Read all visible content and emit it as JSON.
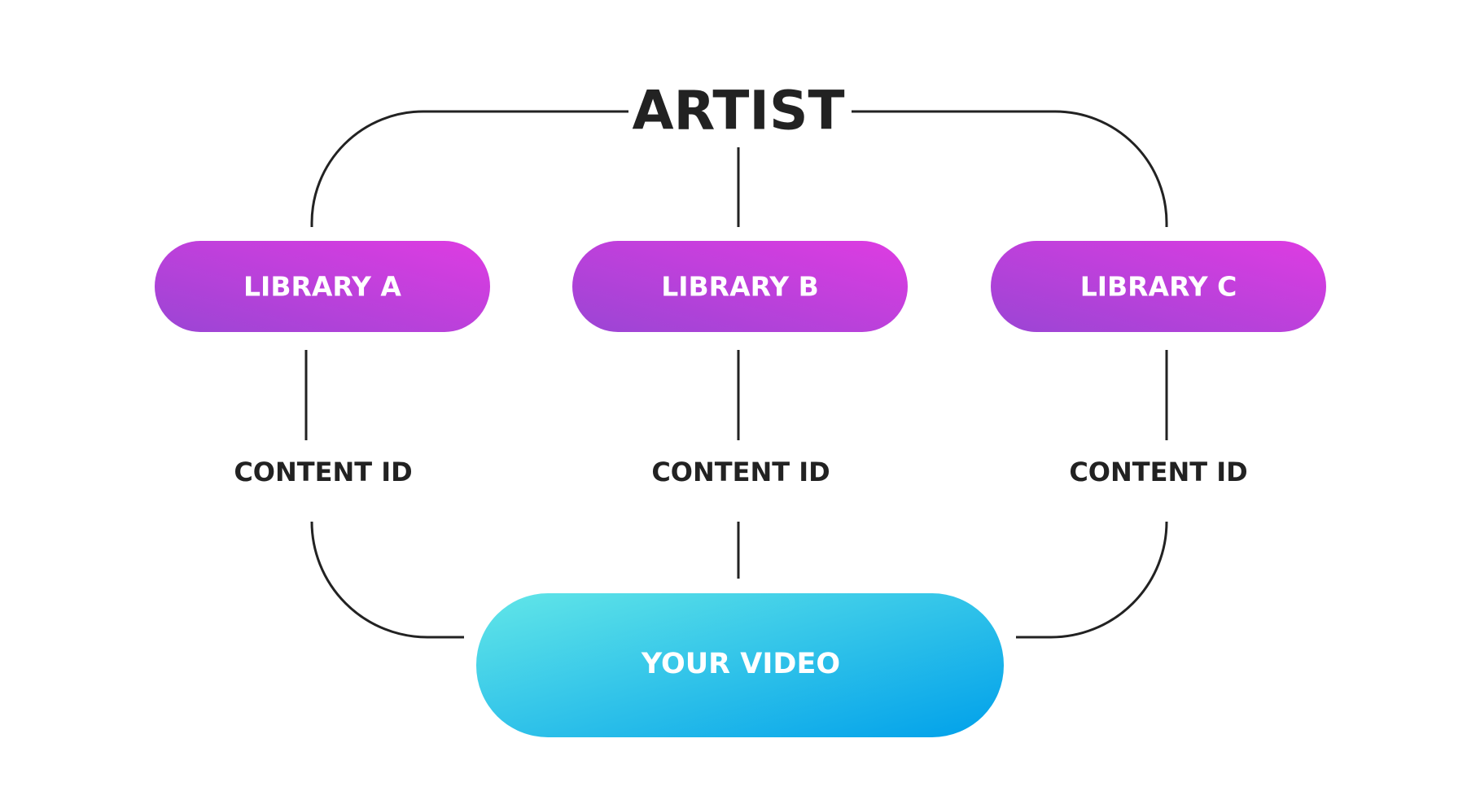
{
  "title": "ARTIST",
  "libraries": [
    {
      "label": "LIBRARY A",
      "content_label": "CONTENT ID"
    },
    {
      "label": "LIBRARY B",
      "content_label": "CONTENT ID"
    },
    {
      "label": "LIBRARY C",
      "content_label": "CONTENT ID"
    }
  ],
  "video": {
    "label": "YOUR VIDEO"
  },
  "colors": {
    "library_gradient_start": "#9b45d4",
    "library_gradient_end": "#de3ce2",
    "video_gradient_start": "#62e6e8",
    "video_gradient_end": "#00a0ea",
    "line": "#222222",
    "text_dark": "#222222",
    "text_light": "#ffffff"
  }
}
